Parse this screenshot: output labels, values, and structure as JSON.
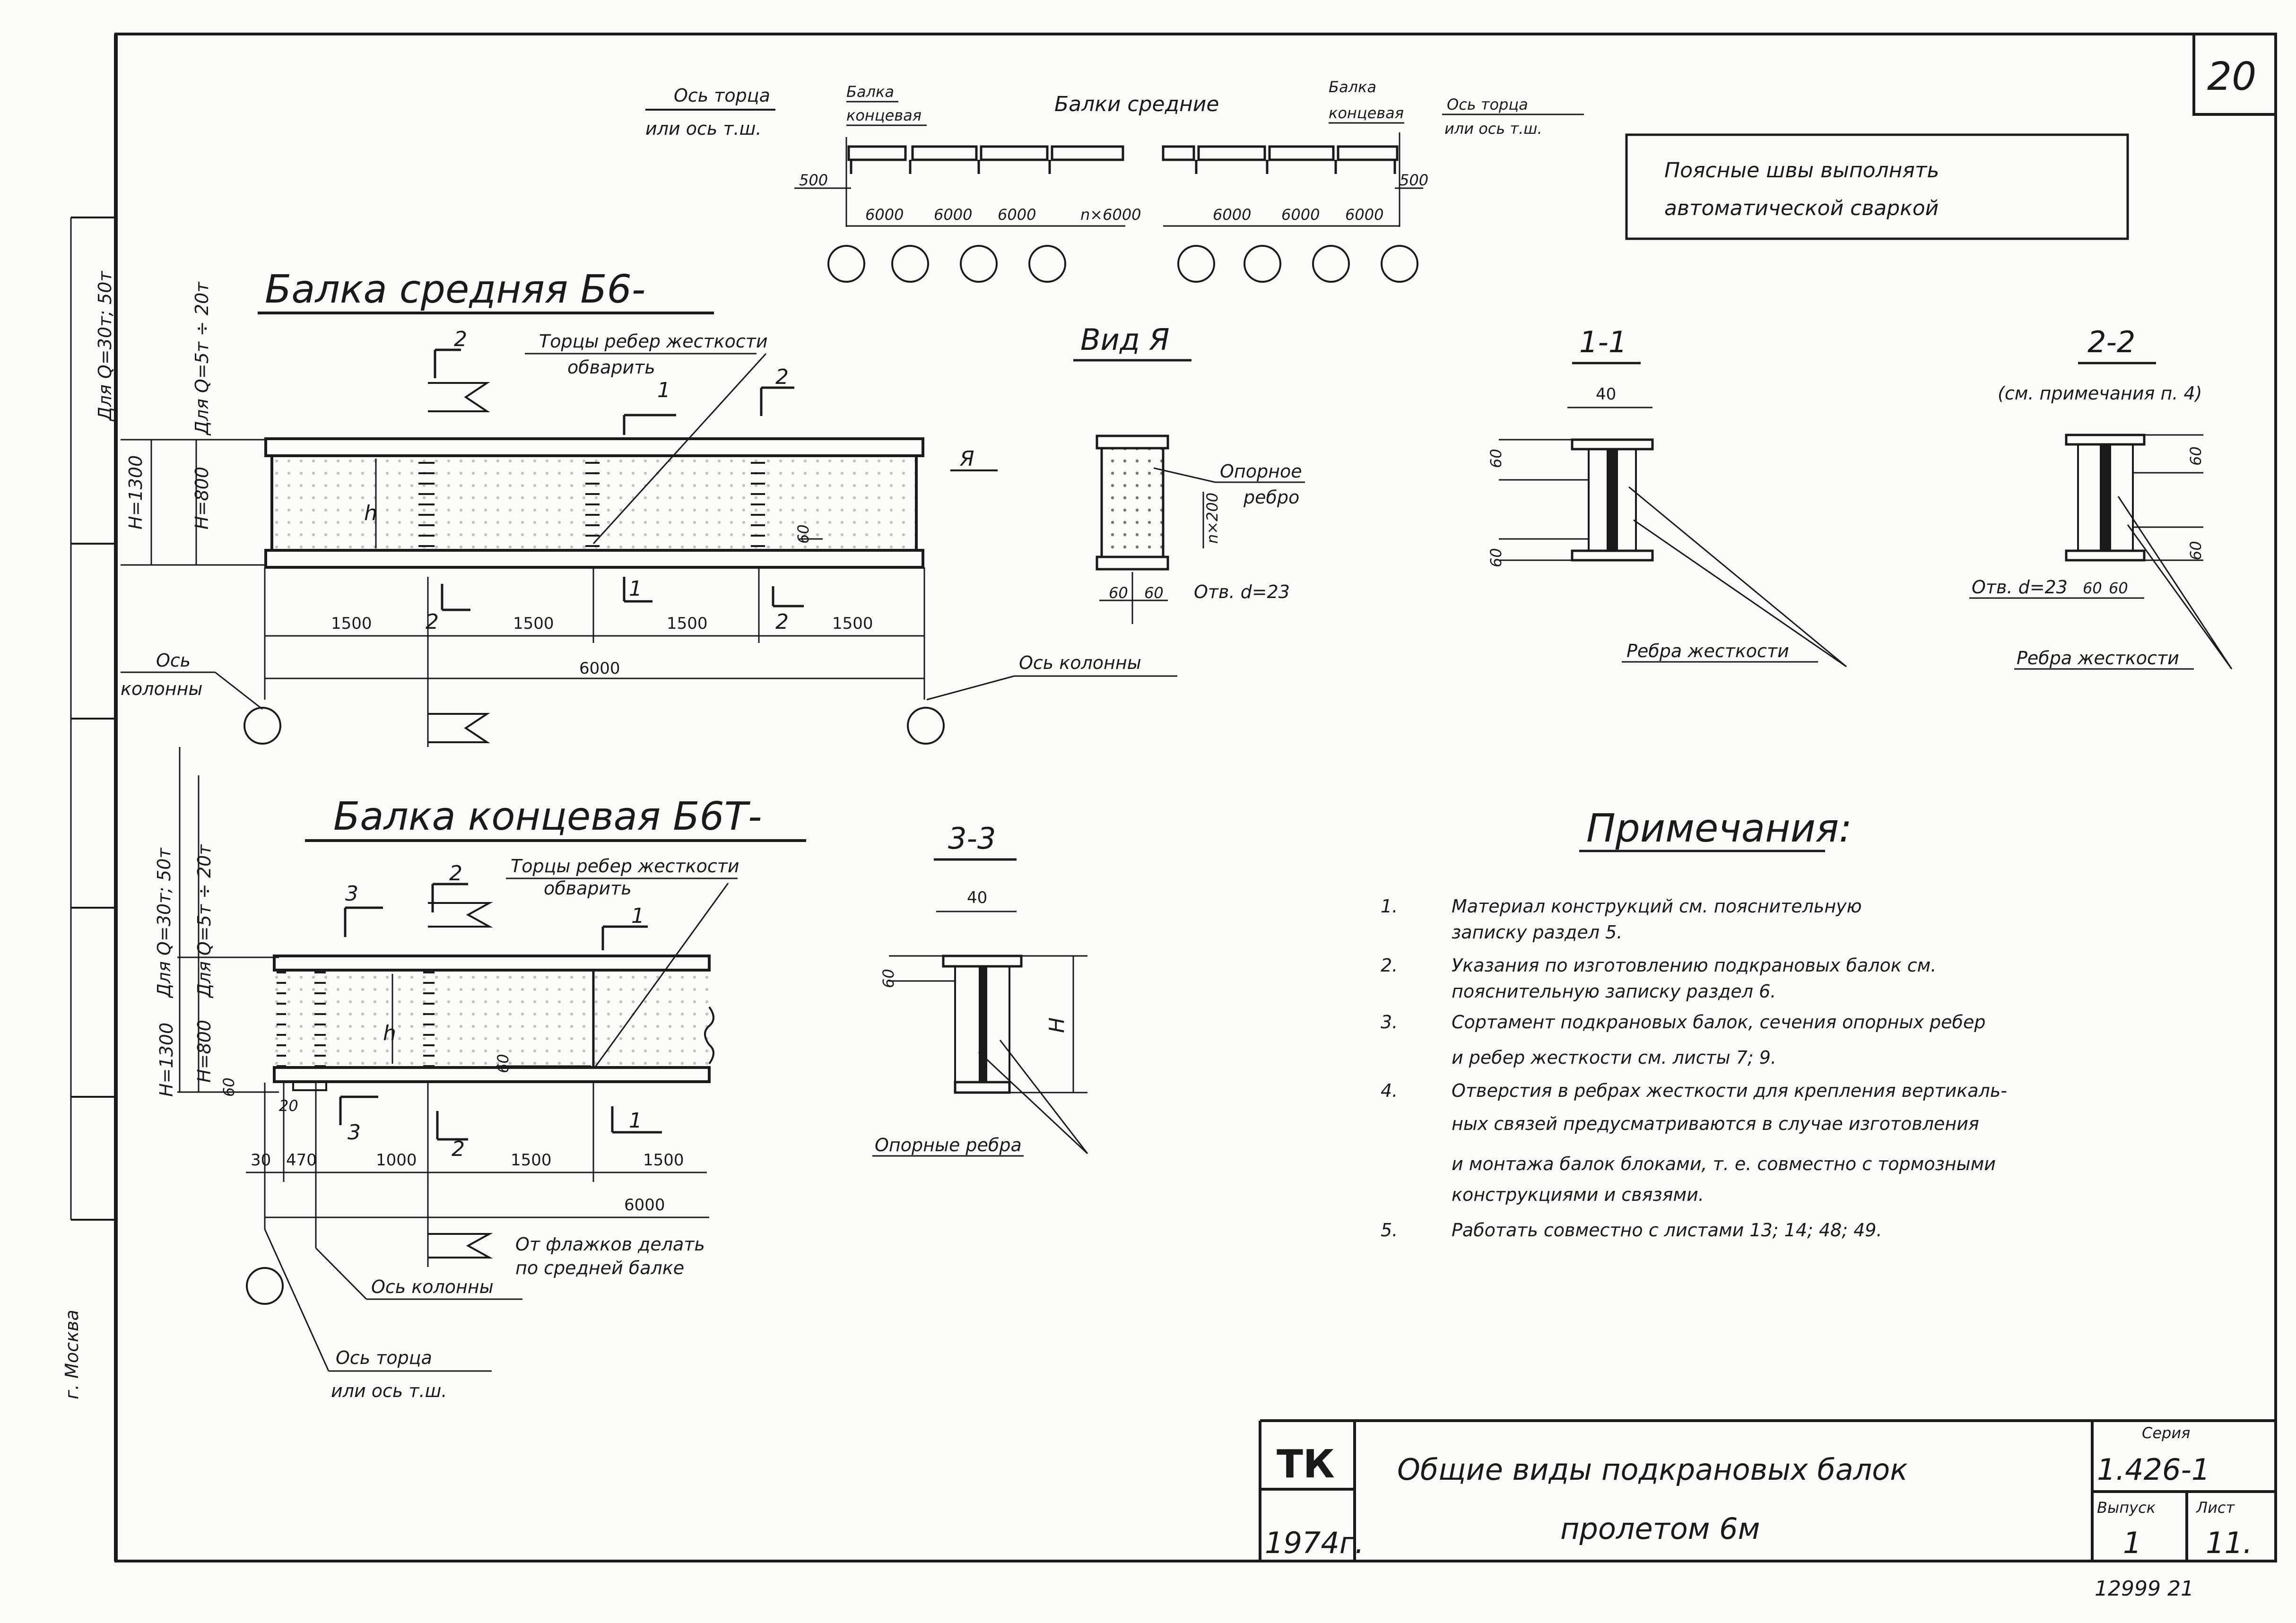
{
  "sheet_number": "20",
  "stamp": "12999 21",
  "weld_note": {
    "line1": "Поясные  швы  выполнять",
    "line2": "автоматической  сваркой"
  },
  "scheme": {
    "title": "Балки средние",
    "left_axis": {
      "line1": "Ось торца",
      "line2": "или ось т.ш."
    },
    "right_axis": {
      "line1": "Ось торца",
      "line2": "или ось т.ш."
    },
    "left_end": {
      "line1": "Балка",
      "line2": "концевая"
    },
    "right_end": {
      "line1": "Балка",
      "line2": "концевая"
    },
    "edge_dim": "500",
    "spans": [
      "6000",
      "6000",
      "6000",
      "n×6000",
      "6000",
      "6000",
      "6000"
    ]
  },
  "middle_beam": {
    "title": "Балка средняя Б6-",
    "load_1": "Для Q=30т; 50т",
    "load_2": "Для Q=5т ÷ 20т",
    "height_1": "H=1300",
    "height_2": "H=800",
    "h_label": "h",
    "note": {
      "line1": "Торцы ребер жесткости",
      "line2": "обварить"
    },
    "view_mark": "Я",
    "section_marks": [
      "1",
      "2",
      "2",
      "1",
      "2",
      "2"
    ],
    "dims": [
      "1500",
      "1500",
      "1500",
      "1500"
    ],
    "total": "6000",
    "dim_60": "60",
    "axis_left": {
      "line1": "Ось",
      "line2": "колонны"
    },
    "axis_right": "Ось колонны"
  },
  "end_beam": {
    "title": "Балка концевая Б6Т-",
    "load_1": "Для Q=30т; 50т",
    "load_2": "Для Q=5т ÷ 20т",
    "height_1": "H=1300",
    "height_2": "H=800",
    "h_label": "h",
    "note": {
      "line1": "Торцы ребер жесткости",
      "line2": "обварить"
    },
    "section_marks": [
      "3",
      "2",
      "1",
      "3",
      "2",
      "1"
    ],
    "dims": [
      "30",
      "470",
      "1000",
      "1500",
      "1500"
    ],
    "small_dims": [
      "20",
      "60",
      "60"
    ],
    "total": "6000",
    "flag_note": {
      "line1": "От флажков делать",
      "line2": "по средней балке"
    },
    "axis_col": "Ось колонны",
    "axis_end": {
      "line1": "Ось торца",
      "line2": "или ось т.ш."
    }
  },
  "view_a": {
    "title": "Вид Я",
    "label": {
      "line1": "Опорное",
      "line2": "ребро"
    },
    "pitch": "n×200",
    "dims": [
      "60",
      "60"
    ],
    "hole": "Отв. d=23"
  },
  "section_11": {
    "title": "1-1",
    "top_dim": "40",
    "dims": [
      "60",
      "60"
    ],
    "label": "Ребра жесткости"
  },
  "section_22": {
    "title": "2-2",
    "subtitle": "(см. примечания п. 4)",
    "dims": [
      "60",
      "60",
      "60",
      "60"
    ],
    "hole": "Отв. d=23",
    "label": "Ребра жесткости"
  },
  "section_33": {
    "title": "3-3",
    "top_dim": "40",
    "side_dim": "60",
    "h_label": "H",
    "label": "Опорные ребра"
  },
  "notes": {
    "title": "Примечания:",
    "items": [
      {
        "num": "1.",
        "lines": [
          "Материал  конструкций  см. пояснительную",
          "записку  раздел 5."
        ]
      },
      {
        "num": "2.",
        "lines": [
          "Указания  по изготовлению  подкрановых  балок  см.",
          "пояснительную  записку  раздел 6."
        ]
      },
      {
        "num": "3.",
        "lines": [
          "Сортамент  подкрановых  балок, сечения  опорных  ребер",
          "и ребер  жесткости  см. листы  7; 9."
        ]
      },
      {
        "num": "4.",
        "lines": [
          "Отверстия  в ребрах жесткости для  крепления  вертикаль-",
          "ных связей  предусматриваются  в случае  изготовления",
          "и монтажа  балок  блоками, т. е. совместно  с тормозными",
          "конструкциями  и  связями."
        ]
      },
      {
        "num": "5.",
        "lines": [
          "Работать   совместно  с листами  13; 14; 48; 49."
        ]
      }
    ]
  },
  "title_block": {
    "org": "ТК",
    "year": "1974г.",
    "title_1": "Общие  виды  подкрановых  балок",
    "title_2": "пролетом 6м",
    "series_label": "Серия",
    "series": "1.426-1",
    "issue_label": "Выпуск",
    "issue": "1",
    "sheet_label": "Лист",
    "sheet": "11."
  },
  "margin": {
    "city": "г. Москва"
  }
}
